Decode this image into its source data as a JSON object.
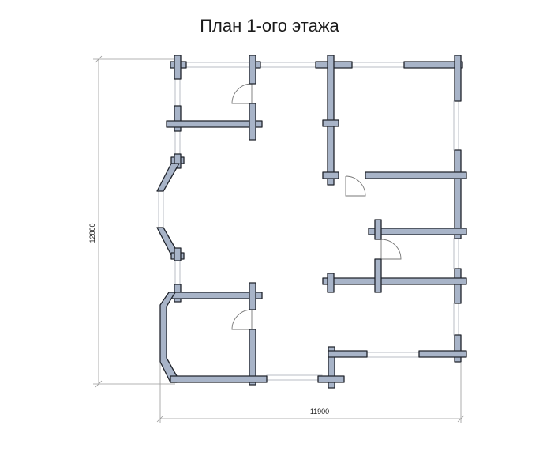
{
  "title": "План 1-ого этажа",
  "dimensions": {
    "width_label": "11900",
    "height_label": "12800"
  },
  "colors": {
    "wall_fill": "#a8b4c8",
    "wall_stroke": "#20242c",
    "dimension_line": "#9a9a9a"
  }
}
